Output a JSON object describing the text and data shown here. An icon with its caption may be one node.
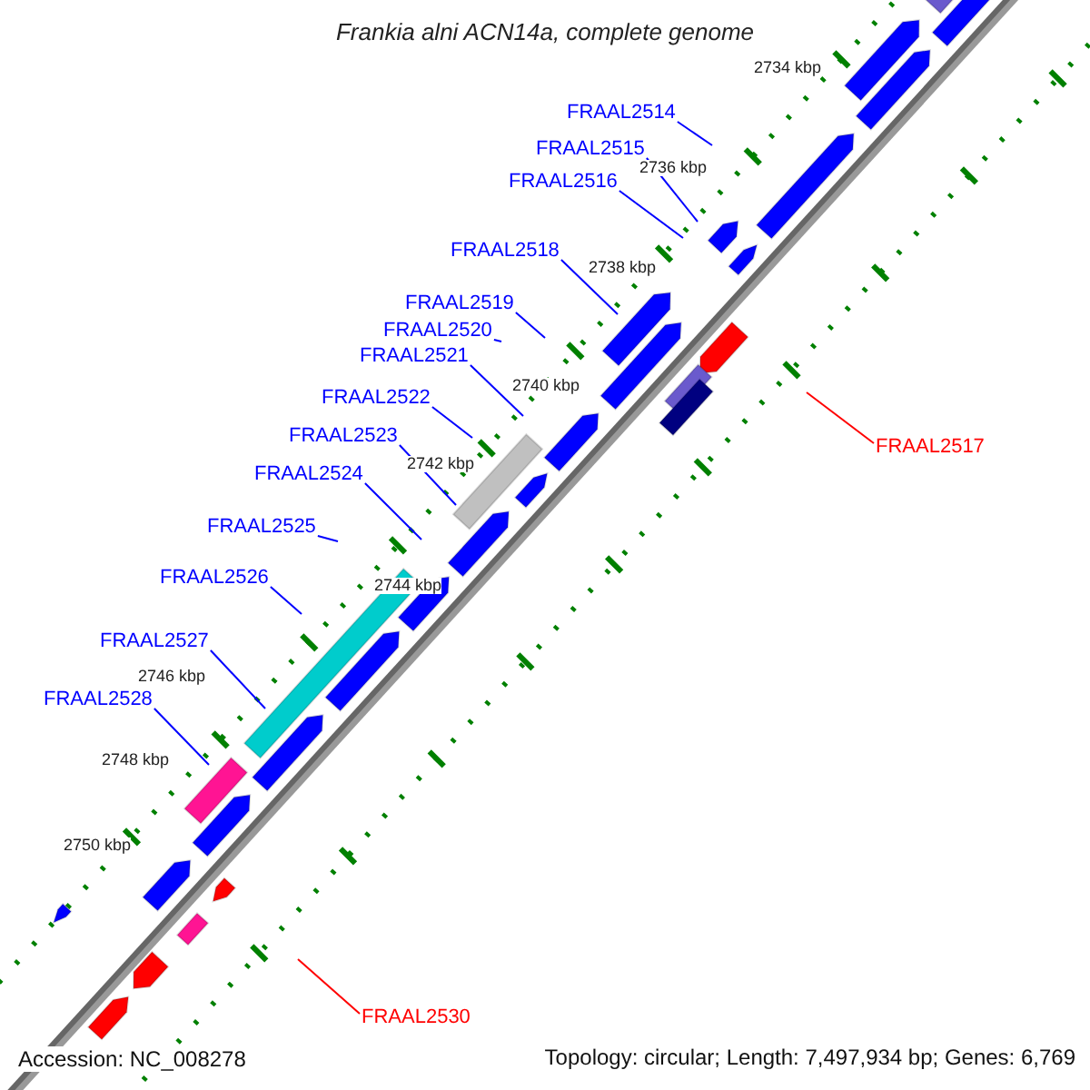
{
  "diagram": {
    "title": "Frankia alni ACN14a, complete genome",
    "nodes": [
      {
        "text": [
          "FRAAL2514"
        ]
      },
      {
        "text": [
          "FRAAL2515"
        ]
      },
      {
        "text": [
          "FRAAL2516"
        ]
      },
      {
        "text": [
          "FRAAL2518"
        ]
      },
      {
        "text": [
          "FRAAL2519"
        ]
      },
      {
        "text": [
          "FRAAL2520"
        ]
      },
      {
        "text": [
          "FRAAL2521"
        ]
      },
      {
        "text": [
          "FRAAL2522"
        ]
      },
      {
        "text": [
          "FRAAL2523"
        ]
      },
      {
        "text": [
          "FRAAL2517"
        ]
      },
      {
        "text": [
          "FRAAL2524"
        ]
      },
      {
        "text": [
          "FRAAL2525"
        ]
      },
      {
        "text": [
          "FRAAL2526"
        ]
      },
      {
        "text": [
          "FRAAL2527"
        ]
      },
      {
        "text": [
          "FRAAL2528"
        ]
      },
      {
        "text": [
          "FRAAL2530"
        ]
      }
    ],
    "edges": [
      {
        "from": 0,
        "to": null,
        "arrow": "none"
      },
      {
        "from": 1,
        "to": null,
        "arrow": "none"
      },
      {
        "from": 2,
        "to": null,
        "arrow": "none"
      },
      {
        "from": 3,
        "to": null,
        "arrow": "none"
      },
      {
        "from": 4,
        "to": null,
        "arrow": "none"
      },
      {
        "from": 5,
        "to": null,
        "arrow": "none"
      },
      {
        "from": 6,
        "to": null,
        "arrow": "none"
      },
      {
        "from": 7,
        "to": null,
        "arrow": "none"
      },
      {
        "from": 8,
        "to": null,
        "arrow": "none"
      },
      {
        "from": 9,
        "to": null,
        "arrow": "none",
        "color": "#ff0000"
      },
      {
        "from": 10,
        "to": null,
        "arrow": "none"
      },
      {
        "from": 11,
        "to": null,
        "arrow": "none"
      },
      {
        "from": 12,
        "to": null,
        "arrow": "none"
      },
      {
        "from": 13,
        "to": null,
        "arrow": "none"
      },
      {
        "from": 14,
        "to": null,
        "arrow": "none"
      },
      {
        "from": 15,
        "to": null,
        "arrow": "none",
        "color": "#ff0000"
      }
    ],
    "labels": [
      "2734 kbp",
      "2736 kbp",
      "2738 kbp",
      "2740 kbp",
      "2742 kbp",
      "2744 kbp",
      "2746 kbp",
      "2748 kbp",
      "2750 kbp",
      "Accession: NC_008278",
      "Topology: circular; Length: 7,497,934 bp; Genes: 6,769"
    ]
  }
}
